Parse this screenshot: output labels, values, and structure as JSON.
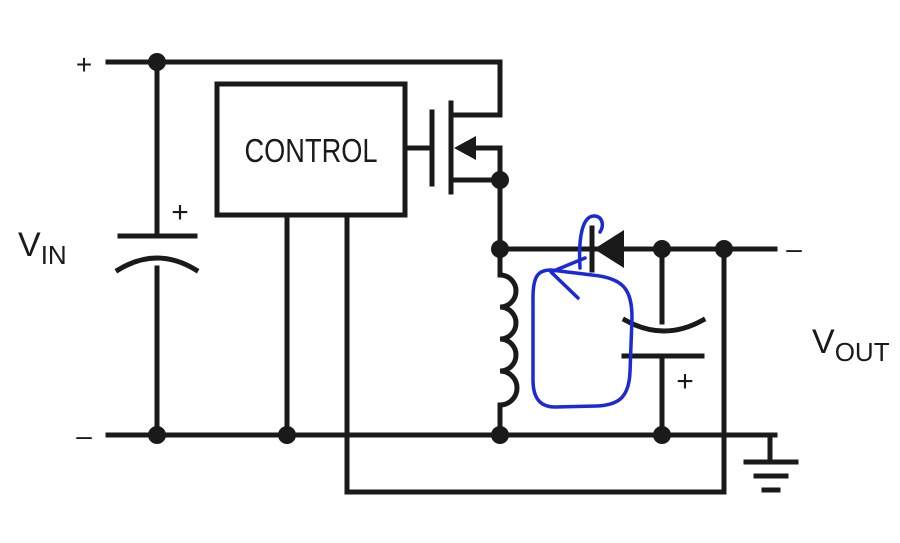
{
  "labels": {
    "vin_main": "V",
    "vin_sub": "IN",
    "vout_main": "V",
    "vout_sub": "OUT",
    "input_plus": "+",
    "input_minus": "–",
    "output_minus": "–",
    "cin_plus": "+",
    "cout_plus": "+",
    "control_block": "CONTROL"
  },
  "colors": {
    "line": "#1a1a1a",
    "annotation": "#1a2ad8",
    "background": "#ffffff"
  },
  "icons": {
    "input_capacitor": "polarized-capacitor-icon",
    "output_capacitor": "polarized-capacitor-icon",
    "switch": "p-mosfet-icon",
    "diode": "diode-icon",
    "inductor": "inductor-icon",
    "ground": "ground-icon",
    "annotation": "hand-drawn-current-loop-icon"
  }
}
